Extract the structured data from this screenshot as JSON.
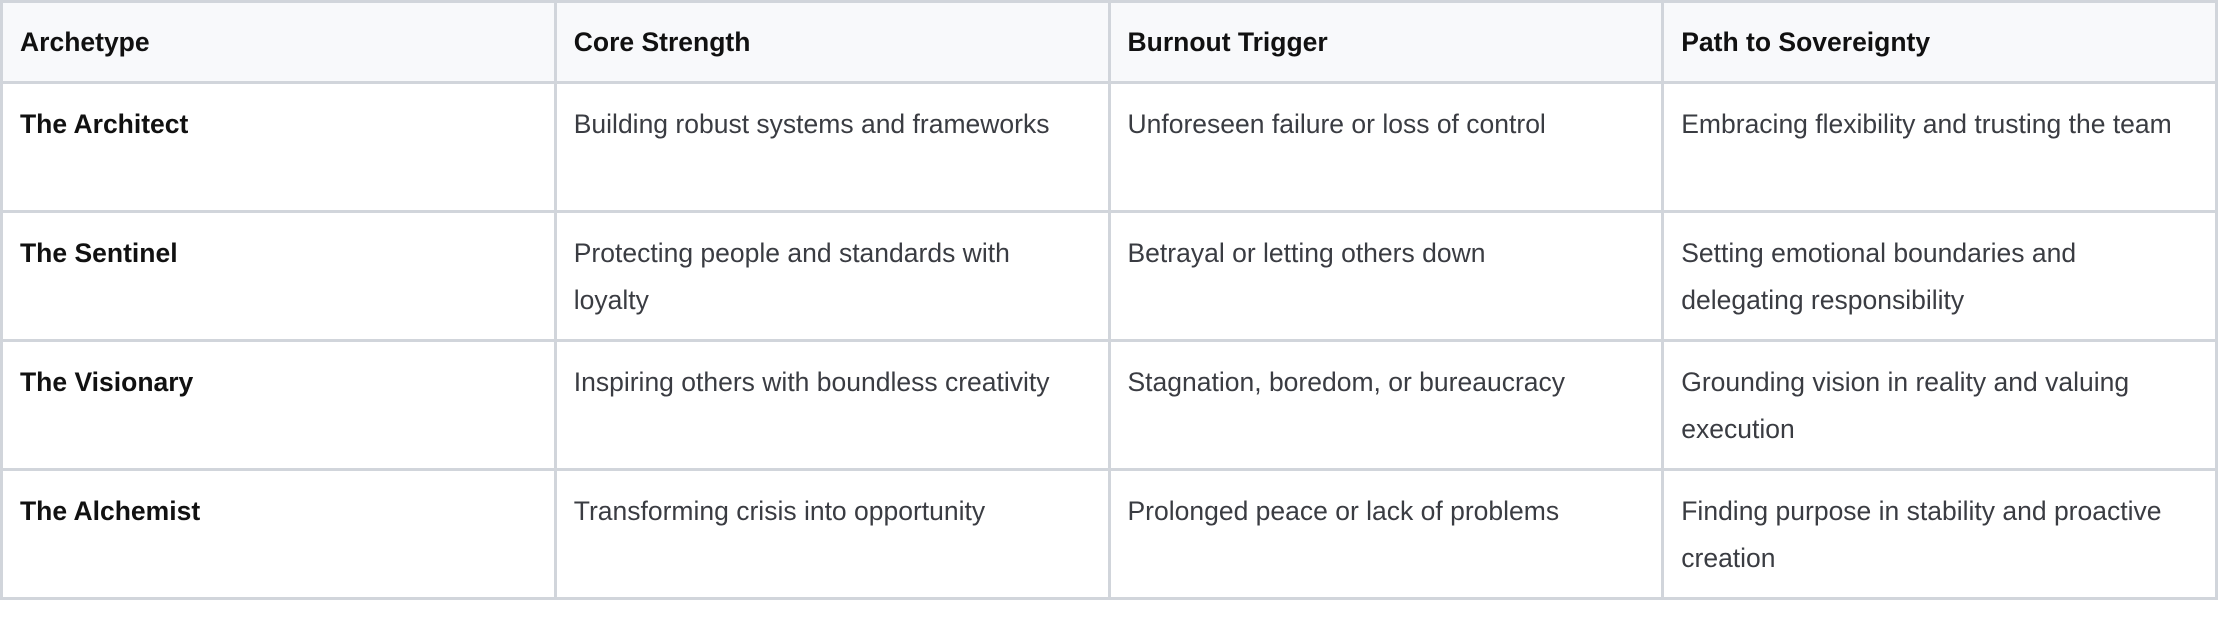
{
  "table": {
    "headers": [
      "Archetype",
      "Core Strength",
      "Burnout Trigger",
      "Path to Sovereignty"
    ],
    "rows": [
      {
        "archetype": "The Architect",
        "core_strength": "Building robust systems and frameworks",
        "burnout_trigger": "Unforeseen failure or loss of control",
        "path_to_sovereignty": "Embracing flexibility and trusting the team"
      },
      {
        "archetype": "The Sentinel",
        "core_strength": "Protecting people and standards with loyalty",
        "burnout_trigger": "Betrayal or letting others down",
        "path_to_sovereignty": "Setting emotional boundaries and delegating responsibility"
      },
      {
        "archetype": "The Visionary",
        "core_strength": "Inspiring others with boundless creativity",
        "burnout_trigger": "Stagnation, boredom, or bureaucracy",
        "path_to_sovereignty": "Grounding vision in reality and valuing execution"
      },
      {
        "archetype": "The Alchemist",
        "core_strength": "Transforming crisis into opportunity",
        "burnout_trigger": "Prolonged peace or lack of problems",
        "path_to_sovereignty": "Finding purpose in stability and proactive creation"
      }
    ]
  },
  "colors": {
    "border": "#d1d5db",
    "header_bg": "#f8f9fb",
    "header_text": "#111111",
    "body_text": "#3a3c42"
  }
}
